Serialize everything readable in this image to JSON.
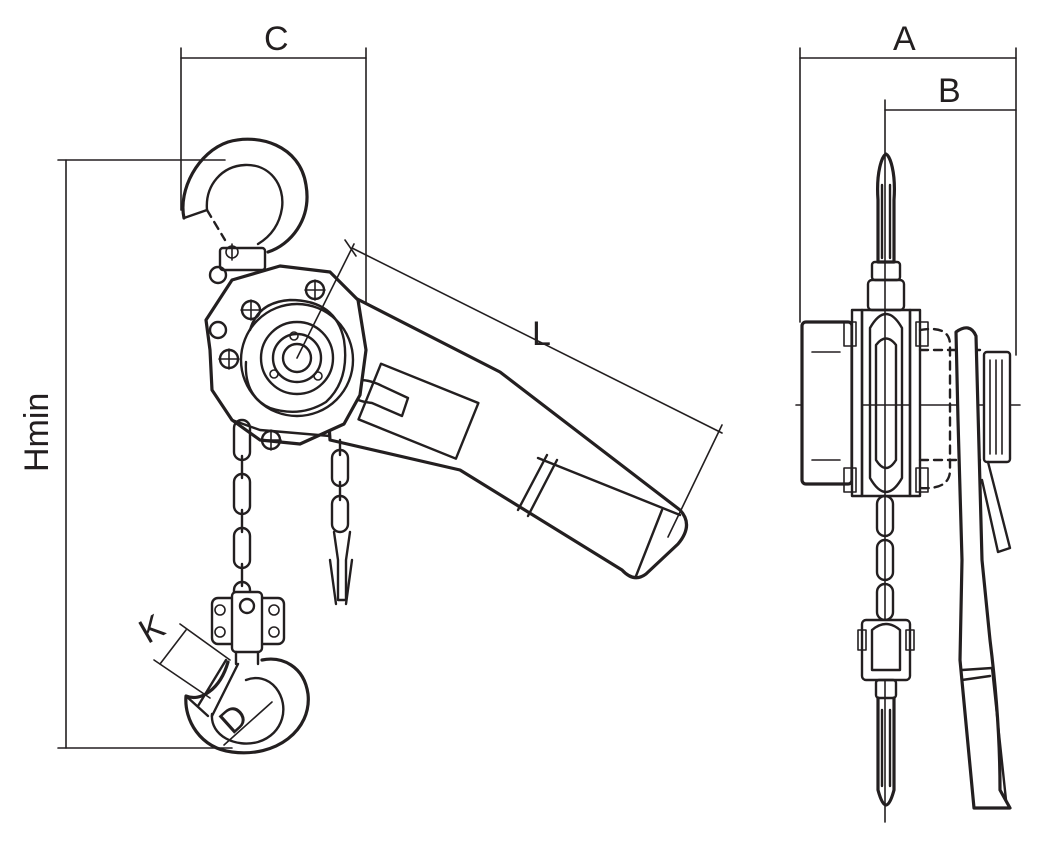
{
  "labels": {
    "dim_c": "C",
    "dim_a": "A",
    "dim_b": "B",
    "dim_l": "L",
    "dim_hmin": "Hmin",
    "dim_k": "K",
    "dim_d": "D"
  }
}
